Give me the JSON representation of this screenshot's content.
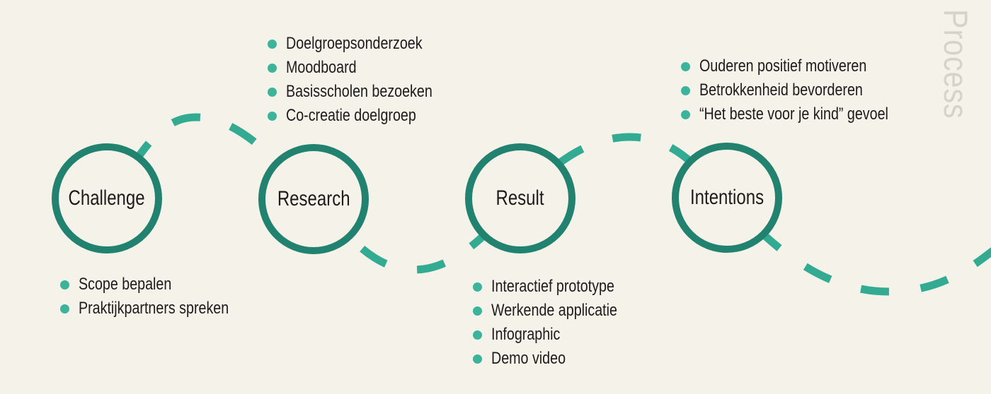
{
  "watermark": {
    "label": "Process"
  },
  "colors": {
    "background": "#f5f2ea",
    "circle_ring": "#21826f",
    "dashed_line": "#33ab92",
    "bullet_dot": "#3cb49c",
    "text": "#1c1c1c",
    "watermark_text": "#d6d3ca"
  },
  "icons": {
    "bullet_dot_icon": "filled-circle"
  },
  "stages": [
    {
      "label": "Challenge",
      "items": [
        "Scope bepalen",
        "Praktijkpartners spreken"
      ]
    },
    {
      "label": "Research",
      "items": [
        "Doelgroepsonderzoek",
        "Moodboard",
        "Basisscholen bezoeken",
        "Co-creatie doelgroep"
      ]
    },
    {
      "label": "Result",
      "items": [
        "Interactief prototype",
        "Werkende applicatie",
        "Infographic",
        "Demo video"
      ]
    },
    {
      "label": "Intentions",
      "items": [
        "Ouderen positief motiveren",
        "Betrokkenheid bevorderen",
        "“Het beste voor je kind” gevoel"
      ]
    }
  ]
}
